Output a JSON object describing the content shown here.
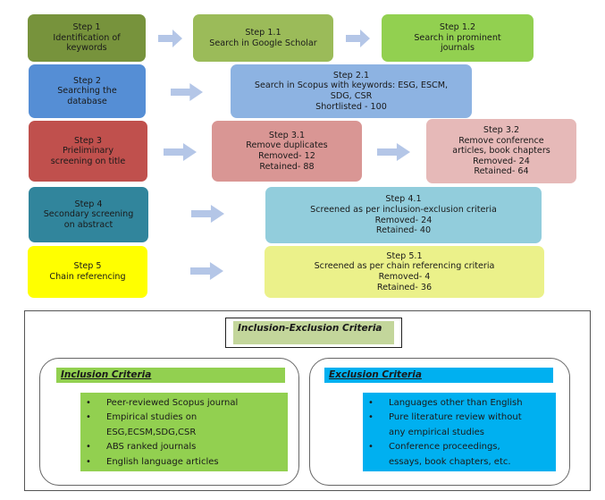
{
  "steps": {
    "s1": {
      "lines": [
        "Step 1",
        "Identification of",
        "keywords"
      ]
    },
    "s11": {
      "lines": [
        "Step 1.1",
        "Search in Google Scholar"
      ]
    },
    "s12": {
      "lines": [
        "Step 1.2",
        "Search in prominent",
        "journals"
      ]
    },
    "s2": {
      "lines": [
        "Step 2",
        "Searching the",
        "database"
      ]
    },
    "s21": {
      "lines": [
        "Step 2.1",
        "Search in Scopus with keywords: ESG, ESCM,",
        "SDG, CSR",
        "Shortlisted - 100"
      ]
    },
    "s3": {
      "lines": [
        "Step 3",
        "Prieliminary",
        "screening on title"
      ]
    },
    "s31": {
      "lines": [
        "Step 3.1",
        "Remove duplicates",
        "Removed- 12",
        "Retained- 88"
      ]
    },
    "s32": {
      "lines": [
        "Step 3.2",
        "Remove conference",
        "articles, book chapters",
        "Removed- 24",
        "Retained-  64"
      ]
    },
    "s4": {
      "lines": [
        "Step 4",
        "Secondary screening",
        "on abstract"
      ]
    },
    "s41": {
      "lines": [
        "Step 4.1",
        "Screened as per inclusion-exclusion  criteria",
        "Removed- 24",
        "Retained- 40"
      ]
    },
    "s5": {
      "lines": [
        "Step 5",
        "Chain referencing"
      ]
    },
    "s51": {
      "lines": [
        "Step 5.1",
        "Screened as per chain referencing criteria",
        "Removed- 4",
        "Retained- 36"
      ]
    }
  },
  "arrow_color": "#b4c6e7",
  "criteria": {
    "title": "Inclusion-Exclusion Criteria",
    "inclusion": {
      "heading": "Inclusion Criteria",
      "items": [
        [
          "Peer-reviewed Scopus journal"
        ],
        [
          "Empirical studies on",
          "ESG,ECSM,SDG,CSR"
        ],
        [
          "ABS ranked journals"
        ],
        [
          "English language articles"
        ]
      ]
    },
    "exclusion": {
      "heading": "Exclusion Criteria",
      "items": [
        [
          "Languages other than English"
        ],
        [
          "Pure literature review without",
          "any empirical studies"
        ],
        [
          "Conference proceedings,",
          "essays, book chapters, etc."
        ]
      ]
    },
    "bullet": "•"
  }
}
